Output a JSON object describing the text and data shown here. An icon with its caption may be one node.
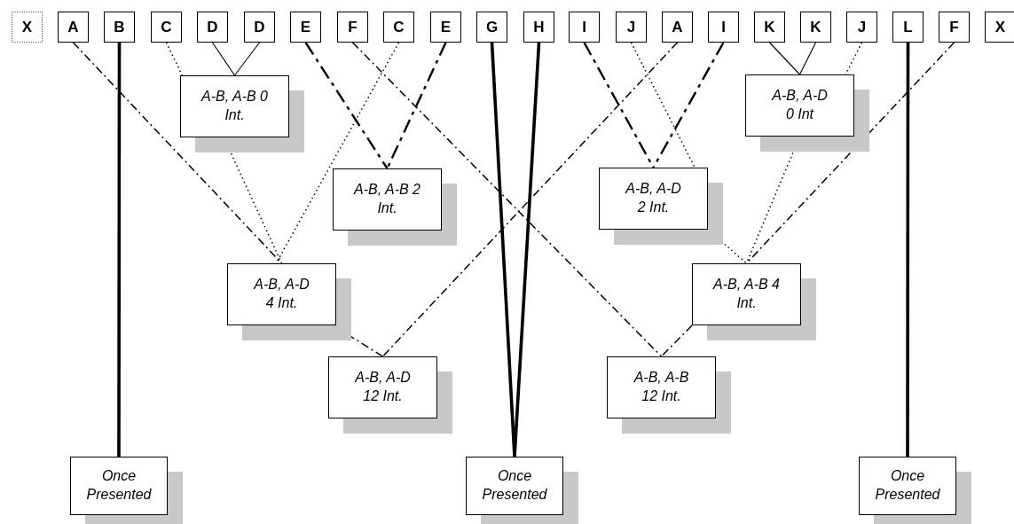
{
  "diagram": {
    "nodes": [
      {
        "text": [
          "X"
        ]
      },
      {
        "text": [
          "A"
        ]
      },
      {
        "text": [
          "B"
        ]
      },
      {
        "text": [
          "C"
        ]
      },
      {
        "text": [
          "D"
        ]
      },
      {
        "text": [
          "D"
        ]
      },
      {
        "text": [
          "E"
        ]
      },
      {
        "text": [
          "F"
        ]
      },
      {
        "text": [
          "C"
        ]
      },
      {
        "text": [
          "E"
        ]
      },
      {
        "text": [
          "G"
        ]
      },
      {
        "text": [
          "H"
        ]
      },
      {
        "text": [
          "I"
        ]
      },
      {
        "text": [
          "J"
        ]
      },
      {
        "text": [
          "A"
        ]
      },
      {
        "text": [
          "I"
        ]
      },
      {
        "text": [
          "K"
        ]
      },
      {
        "text": [
          "K"
        ]
      },
      {
        "text": [
          "J"
        ]
      },
      {
        "text": [
          "L"
        ]
      },
      {
        "text": [
          "F"
        ]
      },
      {
        "text": [
          "X"
        ]
      },
      {
        "text": [
          "A-B, A-B 0 Int."
        ]
      },
      {
        "text": [
          "A-B, A-D 0 Int"
        ]
      },
      {
        "text": [
          "A-B, A-B 2 Int."
        ]
      },
      {
        "text": [
          "A-B, A-D 2 Int."
        ]
      },
      {
        "text": [
          "A-B, A-D 4 Int."
        ]
      },
      {
        "text": [
          "A-B, A-B 4 Int."
        ]
      },
      {
        "text": [
          "A-B, A-D 12 Int."
        ]
      },
      {
        "text": [
          "A-B, A-B 12 Int."
        ]
      },
      {
        "text": [
          "Once Presented"
        ]
      },
      {
        "text": [
          "Once Presented"
        ]
      },
      {
        "text": [
          "Once Presented"
        ]
      }
    ],
    "edges": [
      {
        "from": 4,
        "to": 22,
        "arrow": "none"
      },
      {
        "from": 5,
        "to": 22,
        "arrow": "none"
      },
      {
        "from": 3,
        "to": 22,
        "arrow": "none",
        "style": "dashed"
      },
      {
        "from": 22,
        "to": 26,
        "arrow": "none",
        "style": "dashed"
      },
      {
        "from": 8,
        "to": 26,
        "arrow": "none",
        "style": "dashed"
      },
      {
        "from": 1,
        "to": 26,
        "arrow": "none",
        "style": "dashed"
      },
      {
        "from": 26,
        "to": 28,
        "arrow": "none",
        "style": "dashed"
      },
      {
        "from": 14,
        "to": 28,
        "arrow": "none",
        "style": "dashed"
      },
      {
        "from": 6,
        "to": 24,
        "arrow": "none",
        "style": "dashed"
      },
      {
        "from": 9,
        "to": 24,
        "arrow": "none",
        "style": "dashed"
      },
      {
        "from": 7,
        "to": 29,
        "arrow": "none",
        "style": "dashed"
      },
      {
        "from": 10,
        "to": 31,
        "arrow": "none",
        "style": "thick"
      },
      {
        "from": 11,
        "to": 31,
        "arrow": "none",
        "style": "thick"
      },
      {
        "from": 2,
        "to": 30,
        "arrow": "none",
        "style": "thick"
      },
      {
        "from": 19,
        "to": 32,
        "arrow": "none",
        "style": "thick"
      },
      {
        "from": 12,
        "to": 25,
        "arrow": "none",
        "style": "dashed"
      },
      {
        "from": 15,
        "to": 25,
        "arrow": "none",
        "style": "dashed"
      },
      {
        "from": 13,
        "to": 25,
        "arrow": "none",
        "style": "dashed"
      },
      {
        "from": 25,
        "to": 27,
        "arrow": "none",
        "style": "dashed"
      },
      {
        "from": 16,
        "to": 23,
        "arrow": "none"
      },
      {
        "from": 17,
        "to": 23,
        "arrow": "none"
      },
      {
        "from": 18,
        "to": 23,
        "arrow": "none",
        "style": "dashed"
      },
      {
        "from": 23,
        "to": 27,
        "arrow": "none",
        "style": "dashed"
      },
      {
        "from": 20,
        "to": 27,
        "arrow": "none",
        "style": "dashed"
      },
      {
        "from": 27,
        "to": 29,
        "arrow": "none",
        "style": "dashed"
      }
    ]
  }
}
